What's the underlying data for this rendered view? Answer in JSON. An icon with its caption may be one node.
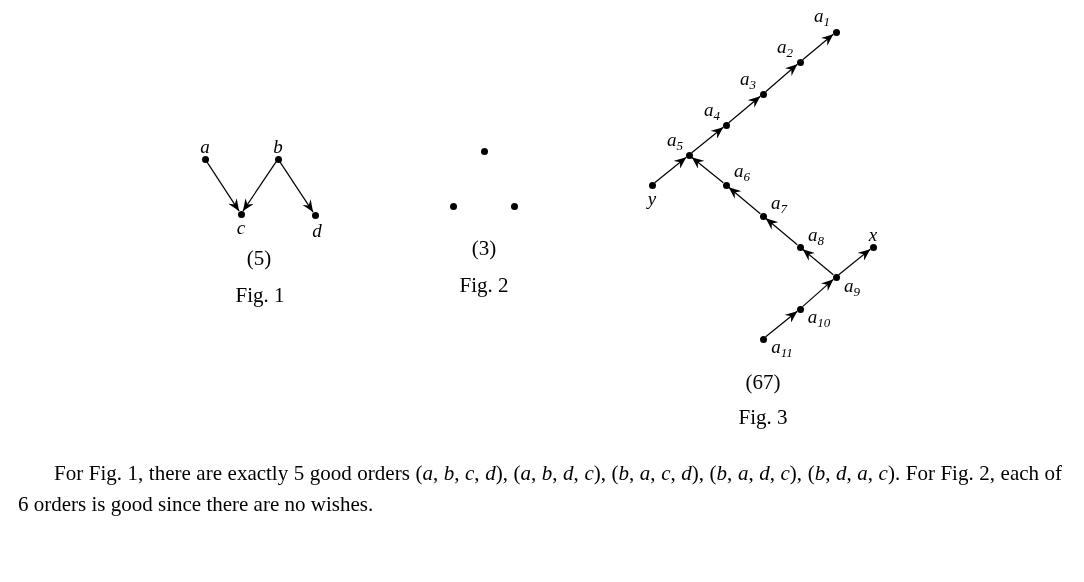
{
  "diagram": {
    "nodes": [
      {
        "text": [],
        "shape": "circle",
        "beside": [
          "a"
        ]
      },
      {
        "text": [],
        "shape": "circle",
        "beside": [
          "b"
        ]
      },
      {
        "text": [],
        "shape": "circle",
        "beside": [
          "c"
        ]
      },
      {
        "text": [],
        "shape": "circle",
        "beside": [
          "d"
        ]
      },
      {
        "text": [],
        "shape": "circle"
      },
      {
        "text": [],
        "shape": "circle"
      },
      {
        "text": [],
        "shape": "circle"
      },
      {
        "text": [],
        "shape": "circle",
        "beside": [
          "a$_{1}$"
        ]
      },
      {
        "text": [],
        "shape": "circle",
        "beside": [
          "a$_{2}$"
        ]
      },
      {
        "text": [],
        "shape": "circle",
        "beside": [
          "a$_{3}$"
        ]
      },
      {
        "text": [],
        "shape": "circle",
        "beside": [
          "a$_{4}$"
        ]
      },
      {
        "text": [],
        "shape": "circle",
        "beside": [
          "a$_{5}$"
        ]
      },
      {
        "text": [],
        "shape": "circle",
        "beside": [
          "a$_{6}$"
        ]
      },
      {
        "text": [],
        "shape": "circle",
        "beside": [
          "a$_{7}$"
        ]
      },
      {
        "text": [],
        "shape": "circle",
        "beside": [
          "a$_{8}$"
        ]
      },
      {
        "text": [],
        "shape": "circle",
        "beside": [
          "a$_{9}$"
        ]
      },
      {
        "text": [],
        "shape": "circle",
        "beside": [
          "a$_{10}$"
        ]
      },
      {
        "text": [],
        "shape": "circle",
        "beside": [
          "a$_{11}$"
        ]
      },
      {
        "text": [],
        "shape": "circle",
        "beside": [
          "x"
        ]
      },
      {
        "text": [],
        "shape": "circle",
        "beside": [
          "y"
        ]
      }
    ],
    "edges": [
      {
        "from": 0,
        "to": 2,
        "arrow": "to"
      },
      {
        "from": 1,
        "to": 2,
        "arrow": "to"
      },
      {
        "from": 1,
        "to": 3,
        "arrow": "to"
      },
      {
        "from": 19,
        "to": 11,
        "arrow": "to"
      },
      {
        "from": 11,
        "to": 10,
        "arrow": "to"
      },
      {
        "from": 10,
        "to": 9,
        "arrow": "to"
      },
      {
        "from": 9,
        "to": 8,
        "arrow": "to"
      },
      {
        "from": 8,
        "to": 7,
        "arrow": "to"
      },
      {
        "from": 12,
        "to": 11,
        "arrow": "to"
      },
      {
        "from": 13,
        "to": 12,
        "arrow": "to"
      },
      {
        "from": 14,
        "to": 13,
        "arrow": "to"
      },
      {
        "from": 15,
        "to": 14,
        "arrow": "to"
      },
      {
        "from": 15,
        "to": 18,
        "arrow": "to"
      },
      {
        "from": 16,
        "to": 15,
        "arrow": "to"
      },
      {
        "from": 17,
        "to": 16,
        "arrow": "to"
      }
    ],
    "labels": [
      "(5)",
      "Fig. 1",
      "(3)",
      "Fig. 2",
      "(67)",
      "Fig. 3",
      "For Fig. 1, there are exactly 5 good orders (*a*, *b*, *c*, *d*), (*a*, *b*, *d*, *c*), (*b*, *a*, *c*, *d*), (*b*, *a*, *d*, *c*), (*b*, *d*, *a*, *c*). For Fig. 2, each of 6 orders is good since there are no wishes."
    ]
  }
}
